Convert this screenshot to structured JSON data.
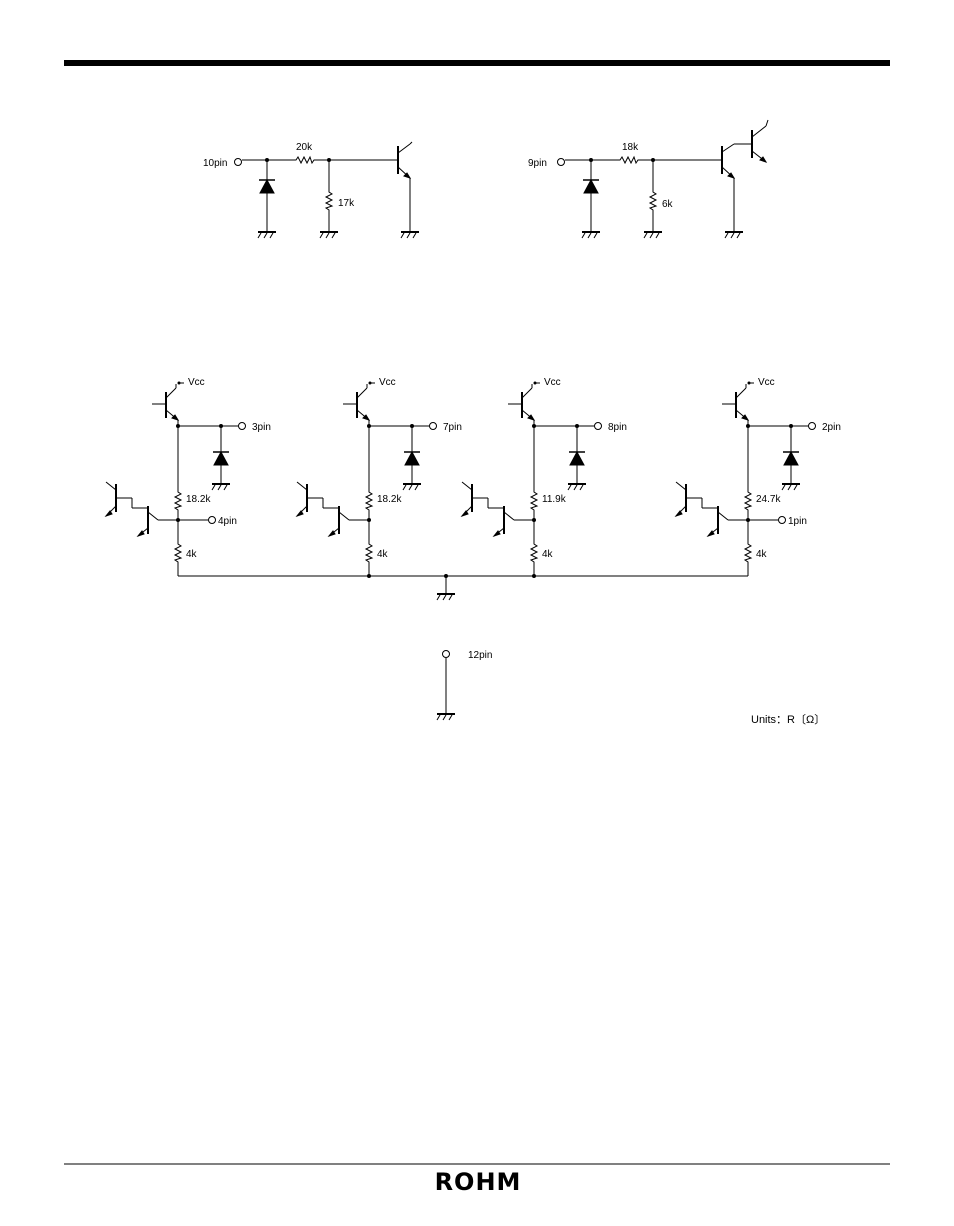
{
  "top_left": {
    "pin": "10pin",
    "r_series": "20k",
    "r_shunt": "17k"
  },
  "top_right": {
    "pin": "9pin",
    "r_series": "18k",
    "r_shunt": "6k"
  },
  "outputs": [
    {
      "vcc": "Vcc",
      "out_pin": "3pin",
      "r_top": "18.2k",
      "mid_pin": "4pin",
      "r_bot": "4k"
    },
    {
      "vcc": "Vcc",
      "out_pin": "7pin",
      "r_top": "18.2k",
      "r_bot": "4k"
    },
    {
      "vcc": "Vcc",
      "out_pin": "8pin",
      "r_top": "11.9k",
      "r_bot": "4k"
    },
    {
      "vcc": "Vcc",
      "out_pin": "2pin",
      "r_top": "24.7k",
      "mid_pin": "1pin",
      "r_bot": "4k"
    }
  ],
  "ground_pin": "12pin",
  "units": "Units：R〔Ω〕",
  "footer_logo": "ROHM"
}
